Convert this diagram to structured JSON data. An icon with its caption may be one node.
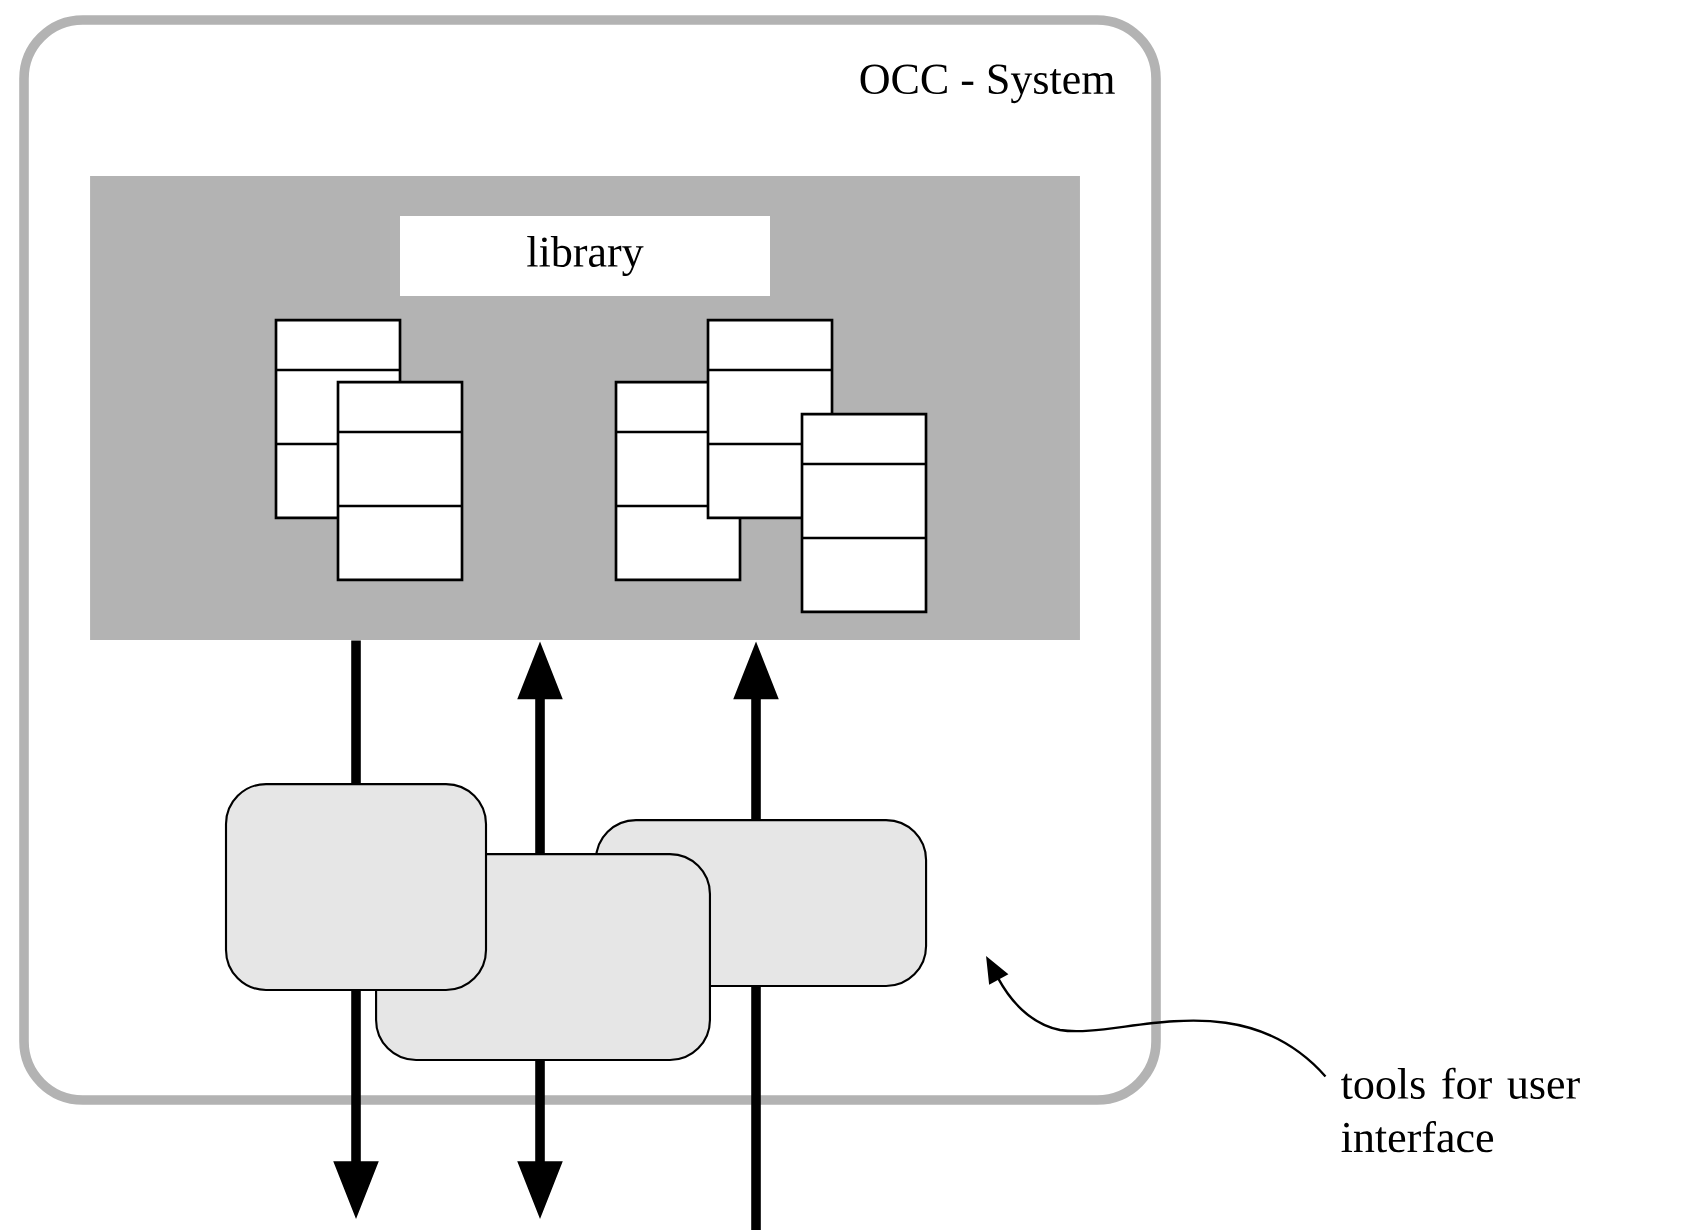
{
  "diagram": {
    "nodes": [
      {
        "text": [
          "OCC - System"
        ]
      },
      {
        "text": [
          "library"
        ],
        "in": 0
      },
      {
        "text": [],
        "shape": "box",
        "in": 1
      },
      {
        "text": [],
        "shape": "box",
        "in": 1
      },
      {
        "text": [],
        "shape": "box",
        "in": 1
      },
      {
        "text": [],
        "shape": "box",
        "in": 1
      },
      {
        "text": [],
        "shape": "box",
        "in": 1
      },
      {
        "text": [],
        "shape": "box",
        "in": 0
      },
      {
        "text": [],
        "shape": "box",
        "in": 0
      },
      {
        "text": [],
        "shape": "box",
        "in": 0
      },
      {
        "text": [
          "tools for user interface"
        ]
      }
    ],
    "edges": [
      {
        "from": 1,
        "to": null,
        "arrow": "to"
      },
      {
        "from": 1,
        "to": null,
        "arrow": "both"
      },
      {
        "from": null,
        "to": 1,
        "arrow": "to"
      },
      {
        "from": 10,
        "to": null,
        "arrow": "to"
      }
    ]
  }
}
